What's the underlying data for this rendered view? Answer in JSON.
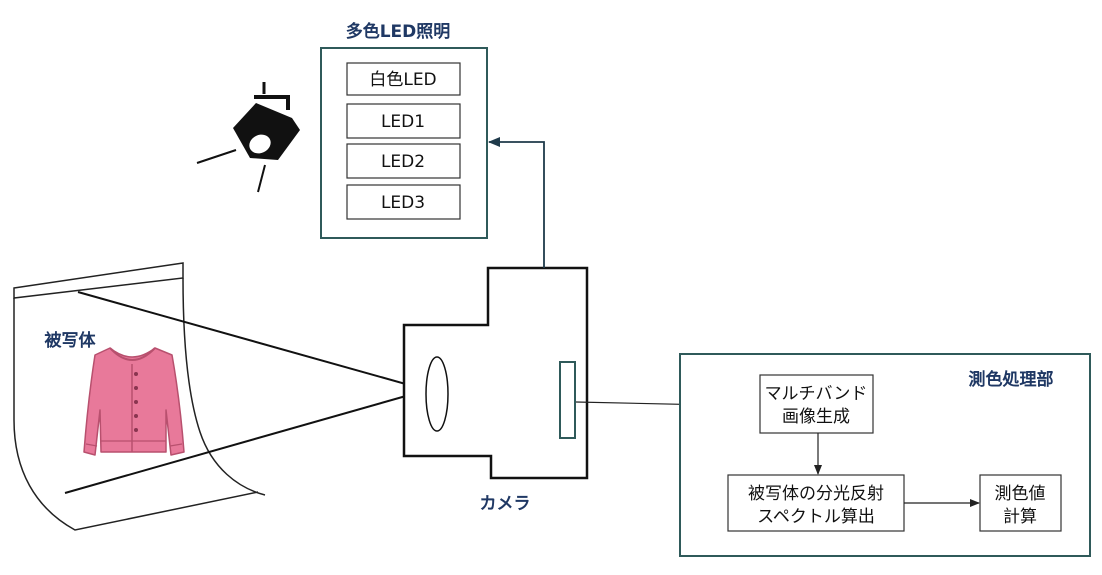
{
  "lighting": {
    "title": "多色LED照明",
    "items": [
      "白色LED",
      "LED1",
      "LED2",
      "LED3"
    ]
  },
  "subject": {
    "label": "被写体"
  },
  "camera": {
    "label": "カメラ"
  },
  "processing": {
    "title": "測色処理部",
    "multiband": [
      "マルチバンド",
      "画像生成"
    ],
    "spectral": [
      "被写体の分光反射",
      "スペクトル算出"
    ],
    "colorimetry": [
      "測色値",
      "計算"
    ]
  },
  "colors": {
    "title": "#1f3864",
    "frame": "#2f5a5a",
    "cardigan": "#e8799a",
    "cardigan_dark": "#b8506e"
  }
}
